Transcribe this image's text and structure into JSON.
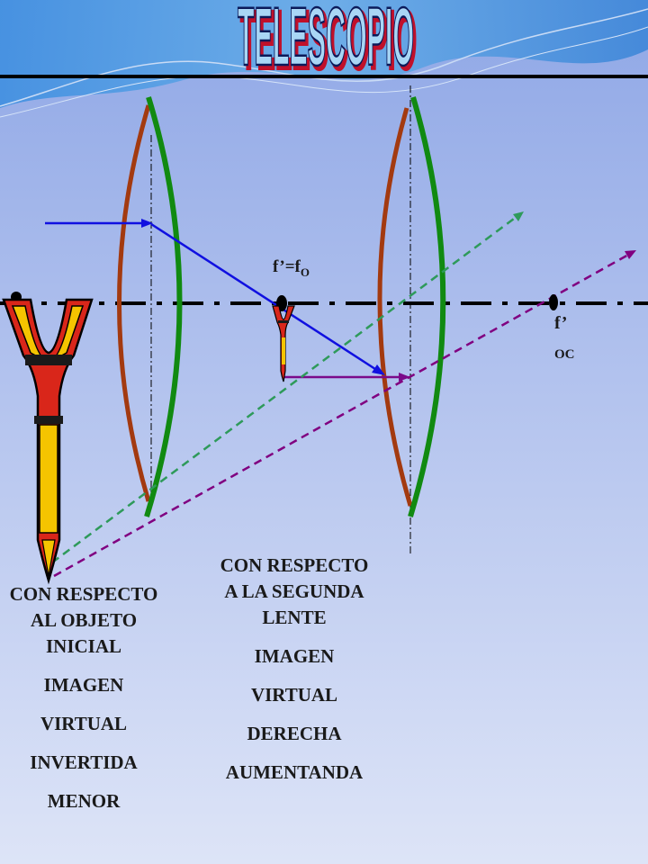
{
  "title": "TELESCOPIO",
  "labels": {
    "f_prime": "f’=f",
    "f_sub": "O",
    "f_oc_top": "f’",
    "f_oc_bottom": "OC"
  },
  "left_notes": {
    "line1": "CON RESPECTO",
    "line2": "AL OBJETO",
    "line3": "INICIAL",
    "item1": "IMAGEN",
    "item2": "VIRTUAL",
    "item3": "INVERTIDA",
    "item4": "MENOR"
  },
  "right_notes": {
    "line1": "CON RESPECTO",
    "line2": "A LA SEGUNDA",
    "line3": "LENTE",
    "item1": "IMAGEN",
    "item2": "VIRTUAL",
    "item3": "DERECHA",
    "item4": "AUMENTANDA"
  },
  "colors": {
    "axis": "#000000",
    "lens_front": "#118a11",
    "lens_back": "#a33a10",
    "ray_blue": "#1010e0",
    "ray_purple": "#7a0a8a",
    "ray_green_dashed": "#2e9a5a",
    "ray_purple_dashed": "#800080",
    "tower_fill": "#d9261a",
    "tower_yellow": "#f5c400"
  }
}
